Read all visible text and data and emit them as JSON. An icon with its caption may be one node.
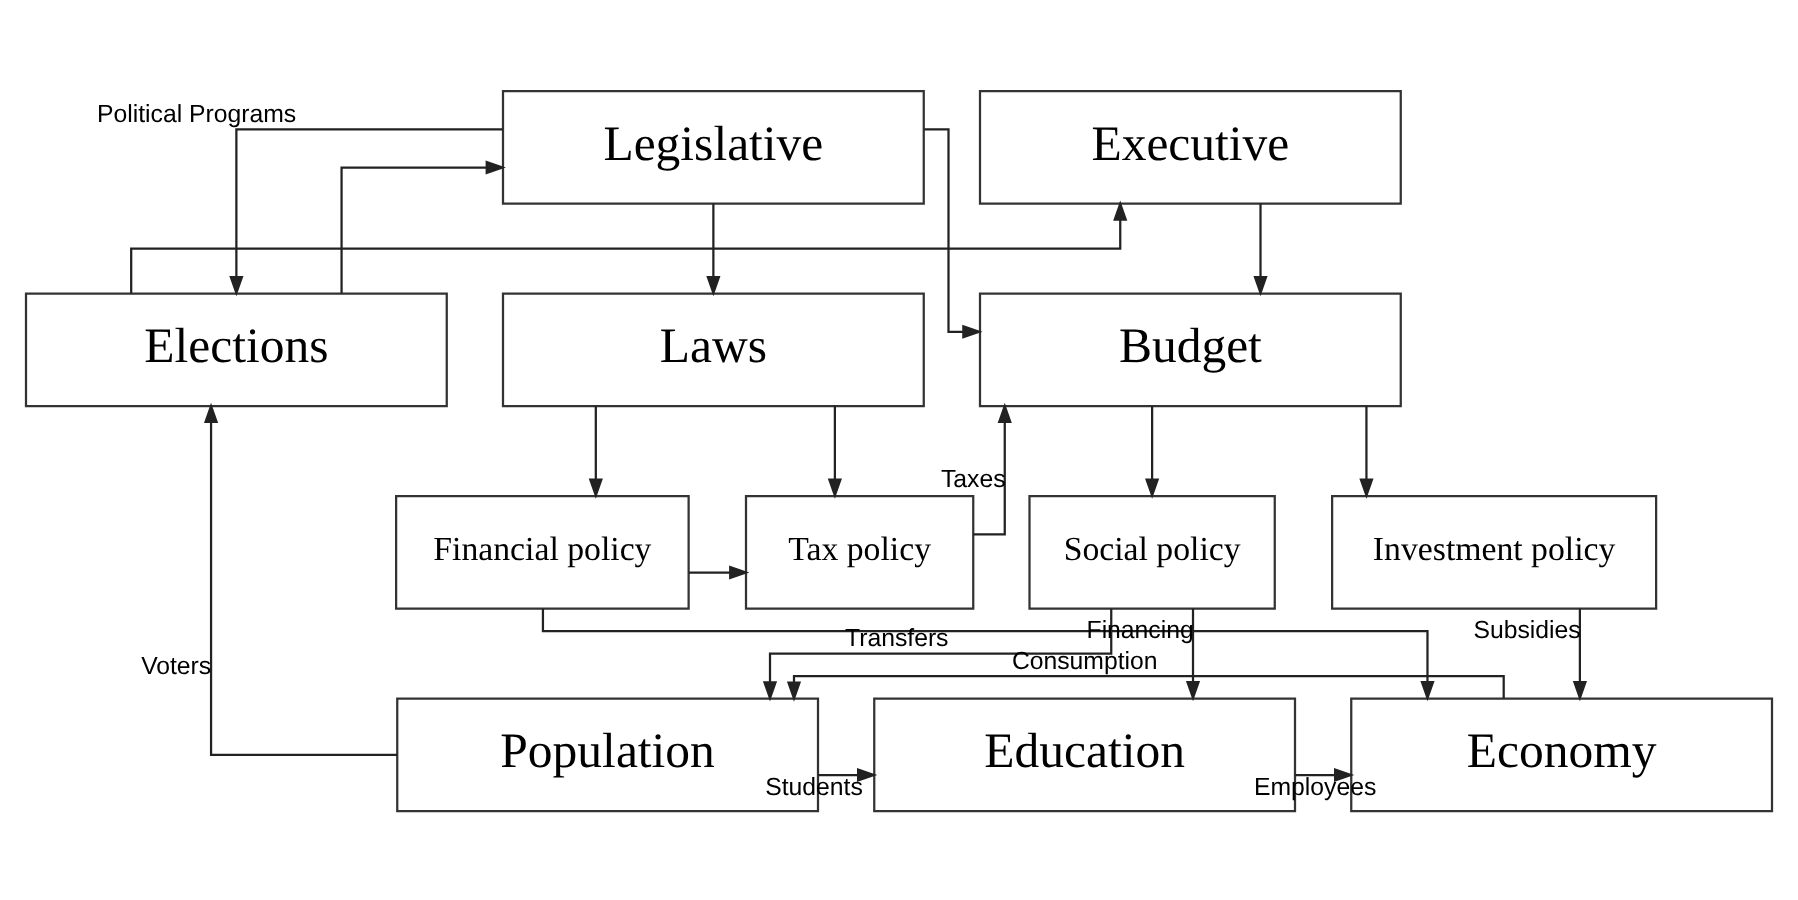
{
  "diagram": {
    "nodes": [
      {
        "text": [
          "Legislative"
        ]
      },
      {
        "text": [
          "Executive"
        ]
      },
      {
        "text": [
          "Elections"
        ]
      },
      {
        "text": [
          "Laws"
        ]
      },
      {
        "text": [
          "Budget"
        ]
      },
      {
        "text": [
          "Financial policy"
        ]
      },
      {
        "text": [
          "Tax policy"
        ]
      },
      {
        "text": [
          "Social policy"
        ]
      },
      {
        "text": [
          "Investment policy"
        ]
      },
      {
        "text": [
          "Population"
        ]
      },
      {
        "text": [
          "Education"
        ]
      },
      {
        "text": [
          "Economy"
        ]
      }
    ],
    "edges": [
      {
        "from": 2,
        "to": 0,
        "arrow": "to"
      },
      {
        "from": 2,
        "to": 1,
        "arrow": "to"
      },
      {
        "from": 0,
        "to": 2,
        "arrow": "to",
        "label": "Political Programs"
      },
      {
        "from": 0,
        "to": 3,
        "arrow": "to"
      },
      {
        "from": 0,
        "to": 4,
        "arrow": "to"
      },
      {
        "from": 1,
        "to": 4,
        "arrow": "to"
      },
      {
        "from": 3,
        "to": 5,
        "arrow": "to"
      },
      {
        "from": 3,
        "to": 6,
        "arrow": "to"
      },
      {
        "from": 6,
        "to": 4,
        "arrow": "to",
        "label": "Taxes"
      },
      {
        "from": 4,
        "to": 7,
        "arrow": "to"
      },
      {
        "from": 4,
        "to": 8,
        "arrow": "to"
      },
      {
        "from": 5,
        "to": 6,
        "arrow": "to"
      },
      {
        "from": 5,
        "to": 11,
        "arrow": "to"
      },
      {
        "from": 7,
        "to": 9,
        "arrow": "to",
        "label": "Transfers"
      },
      {
        "from": 7,
        "to": 10,
        "arrow": "to",
        "label": "Financing"
      },
      {
        "from": 8,
        "to": 11,
        "arrow": "to",
        "label": "Subsidies"
      },
      {
        "from": 9,
        "to": 2,
        "arrow": "to",
        "label": "Voters"
      },
      {
        "from": 9,
        "to": 10,
        "arrow": "to",
        "label": "Students"
      },
      {
        "from": 10,
        "to": 11,
        "arrow": "to",
        "label": "Employees"
      },
      {
        "from": 11,
        "to": 9,
        "arrow": "to",
        "label": "Consumption"
      }
    ]
  }
}
